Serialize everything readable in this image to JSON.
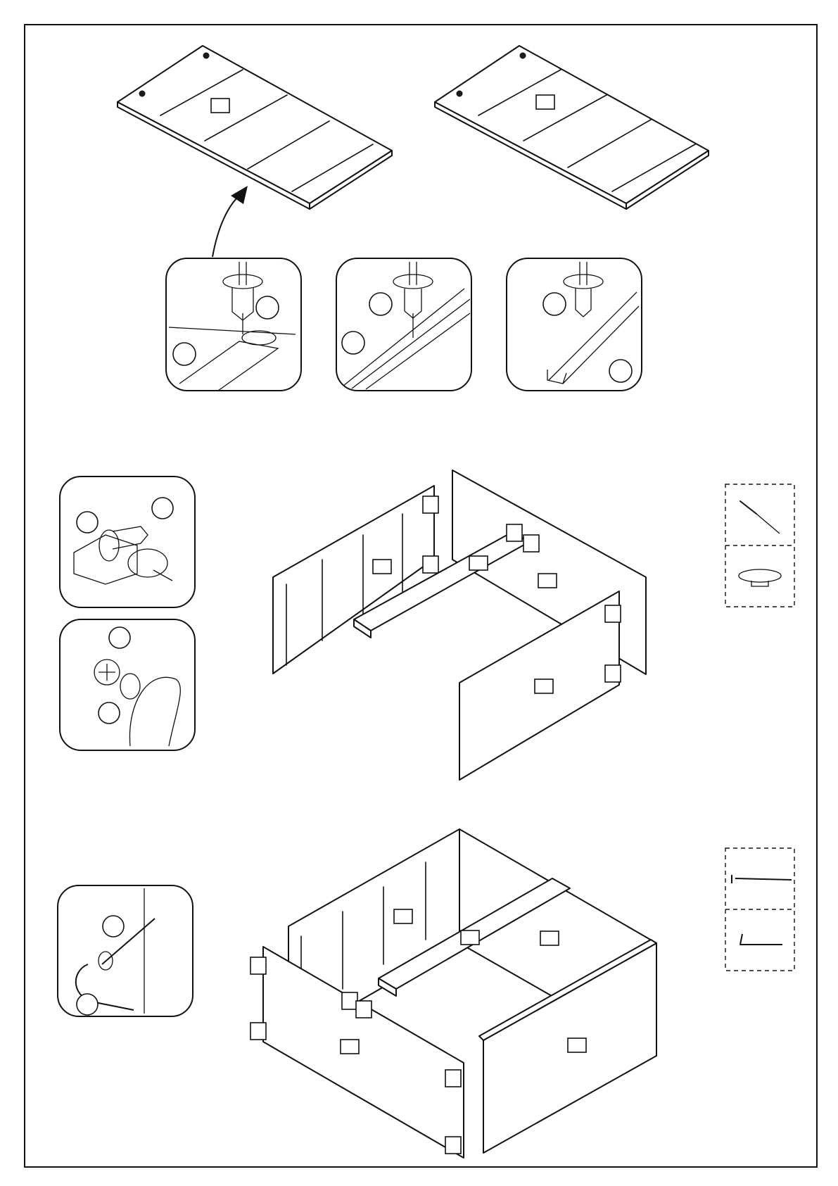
{
  "document": {
    "page_type": "assembly-instruction-sheet",
    "steps": [],
    "labels": []
  },
  "icons": {
    "step1": [
      "rail-panel-left",
      "rail-panel-right",
      "curved-arrow-icon",
      "screwdriver-detail-icon",
      "rail-screw-detail-icon",
      "rail-end-detail-icon"
    ],
    "step2": [
      "cam-lock-detail-icon",
      "cover-cap-detail-icon",
      "open-carcass-icon",
      "screwdriver-icon",
      "cover-cap-icon"
    ],
    "step3": [
      "allen-screw-detail-icon",
      "closed-carcass-icon",
      "long-screw-icon",
      "allen-key-icon"
    ]
  }
}
